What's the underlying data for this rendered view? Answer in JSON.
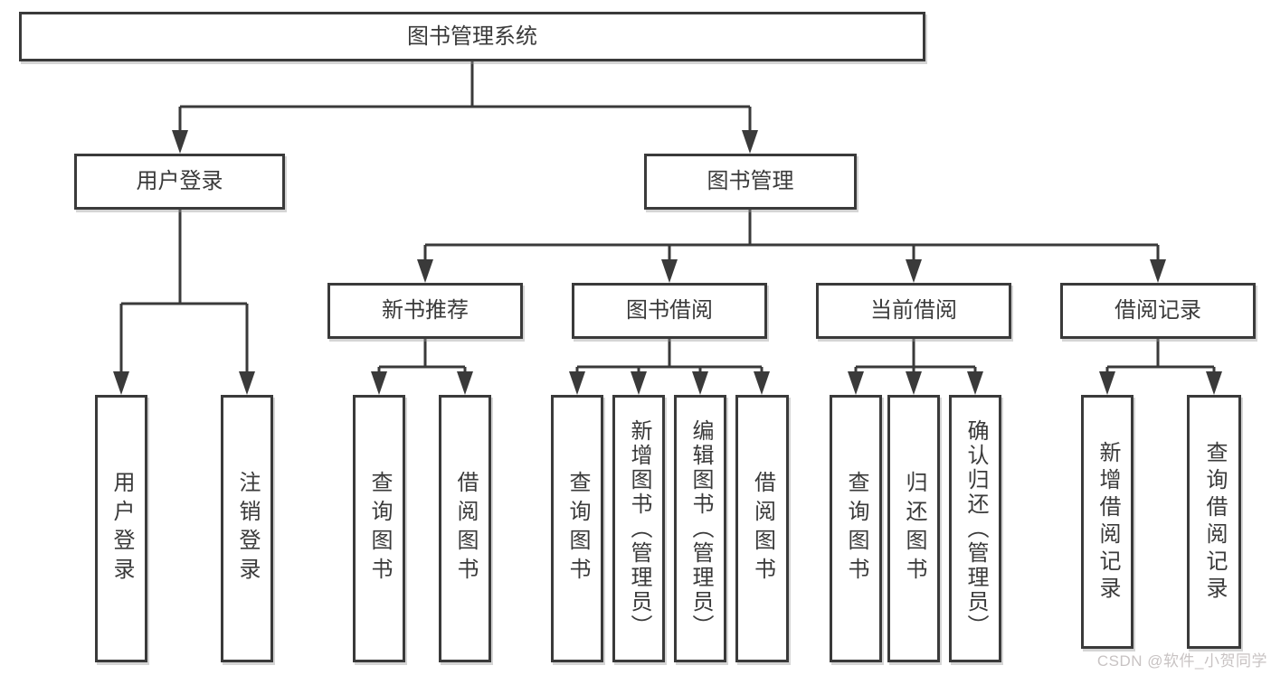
{
  "root": {
    "label": "图书管理系统",
    "children": [
      {
        "label": "用户登录",
        "children": [
          {
            "label": "用户登录"
          },
          {
            "label": "注销登录"
          }
        ]
      },
      {
        "label": "图书管理",
        "children": [
          {
            "label": "新书推荐",
            "children": [
              {
                "label": "查询图书"
              },
              {
                "label": "借阅图书"
              }
            ]
          },
          {
            "label": "图书借阅",
            "children": [
              {
                "label": "查询图书"
              },
              {
                "label": "新增图书（管理员）"
              },
              {
                "label": "编辑图书（管理员）"
              },
              {
                "label": "借阅图书"
              }
            ]
          },
          {
            "label": "当前借阅",
            "children": [
              {
                "label": "查询图书"
              },
              {
                "label": "归还图书"
              },
              {
                "label": "确认归还（管理员）"
              }
            ]
          },
          {
            "label": "借阅记录",
            "children": [
              {
                "label": "新增借阅记录"
              },
              {
                "label": "查询借阅记录"
              }
            ]
          }
        ]
      }
    ]
  },
  "watermark": "CSDN @软件_小贺同学",
  "colors": {
    "line": "#3a3a3a",
    "text": "#3a3a3a",
    "background": "#ffffff",
    "watermark": "#c8c3c3"
  }
}
